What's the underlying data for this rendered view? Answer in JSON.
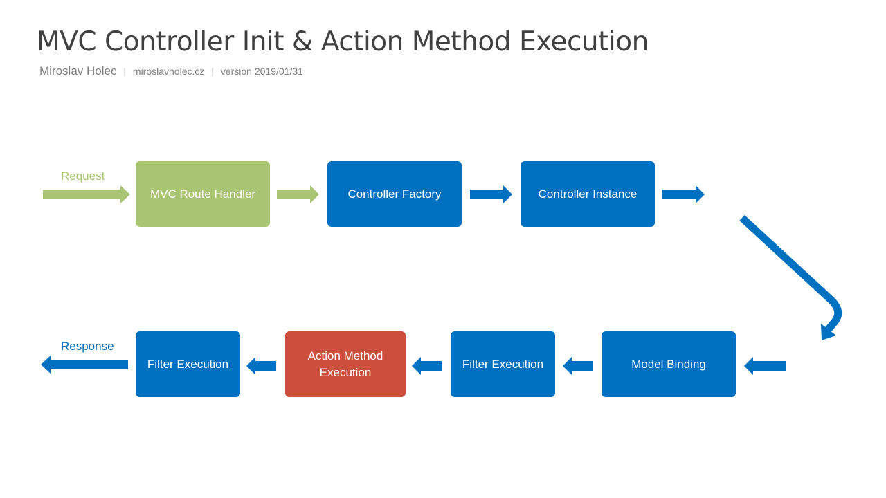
{
  "header": {
    "title": "MVC Controller Init & Action Method Execution",
    "author": "Miroslav Holec",
    "website": "miroslavholec.cz",
    "version": "version 2019/01/31",
    "separator": "|"
  },
  "labels": {
    "request": "Request",
    "response": "Response"
  },
  "nodes": {
    "route_handler": "MVC Route Handler",
    "controller_factory": "Controller Factory",
    "controller_instance": "Controller Instance",
    "model_binding": "Model Binding",
    "filter_execution_before": "Filter Execution",
    "action_method_execution": "Action Method Execution",
    "filter_execution_after": "Filter Execution"
  },
  "colors": {
    "request_flow": "#a9c574",
    "pipeline": "#0070c0",
    "action": "#cc4e3c",
    "title": "#404040",
    "subtitle": "#7f7f7f"
  }
}
